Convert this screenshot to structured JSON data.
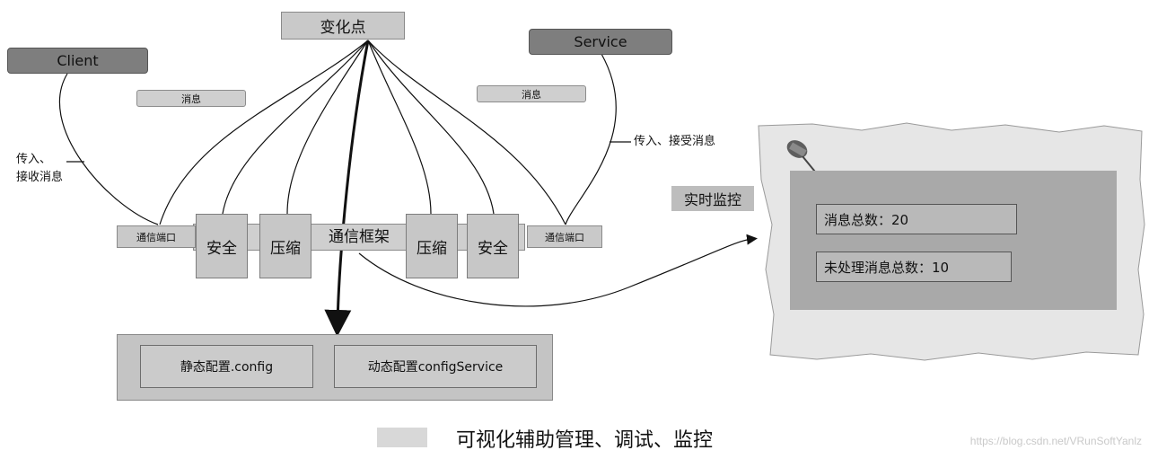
{
  "diagram": {
    "change_point": "变化点",
    "client": "Client",
    "service": "Service",
    "message_left": "消息",
    "message_right": "消息",
    "client_edge_label_line1": "传入、",
    "client_edge_label_line2": "接收消息",
    "service_edge_label": "传入、接受消息",
    "port_left": "通信端口",
    "port_right": "通信端口",
    "security_left": "安全",
    "compress_left": "压缩",
    "framework": "通信框架",
    "compress_right": "压缩",
    "security_right": "安全",
    "static_config": "静态配置.config",
    "dynamic_config": "动态配置configService",
    "monitor_title": "实时监控",
    "total_messages": "消息总数：20",
    "pending_messages": "未处理消息总数：10"
  },
  "caption": "可视化辅助管理、调试、监控",
  "watermark": "https://blog.csdn.net/VRunSoftYanlz",
  "colors": {
    "block_fill": "#c7c7c7",
    "dark_box": "#7e7e7e",
    "line": "#111111",
    "monitor_bg": "#a9a9a9",
    "paper": "#e6e6e6"
  }
}
